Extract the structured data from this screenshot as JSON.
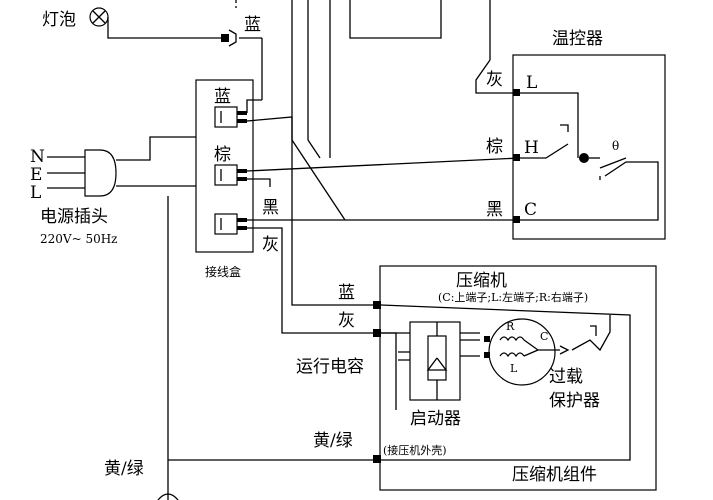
{
  "labels": {
    "bulb": "灯泡",
    "thermostat": "温控器",
    "plug": "电源插头",
    "plug_spec": "220V~ 50Hz",
    "junction_box": "接线盒",
    "compressor": "压缩机",
    "compressor_terminals": "(C:上端子;L:左端子;R:右端子)",
    "run_capacitor": "运行电容",
    "starter": "启动器",
    "overload_protector_line1": "过载",
    "overload_protector_line2": "保护器",
    "compressor_assembly": "压缩机组件",
    "shell_note": "(接压机外壳)",
    "yellow_green_left": "黄/绿",
    "yellow_green_right": "黄/绿"
  },
  "wire_colors": {
    "blue_top": "蓝",
    "blue_jb": "蓝",
    "brown_jb": "棕",
    "black_jb": "黑",
    "gray_jb": "灰",
    "gray_thermo": "灰",
    "brown_thermo": "棕",
    "black_thermo": "黑",
    "blue_comp": "蓝",
    "gray_comp": "灰"
  },
  "terminals": {
    "thermo_L": "L",
    "thermo_H": "H",
    "thermo_C": "C",
    "theta": "θ",
    "plug_N": "N",
    "plug_E": "E",
    "plug_L": "L",
    "motor_R": "R",
    "motor_C": "C",
    "motor_L": "L"
  }
}
